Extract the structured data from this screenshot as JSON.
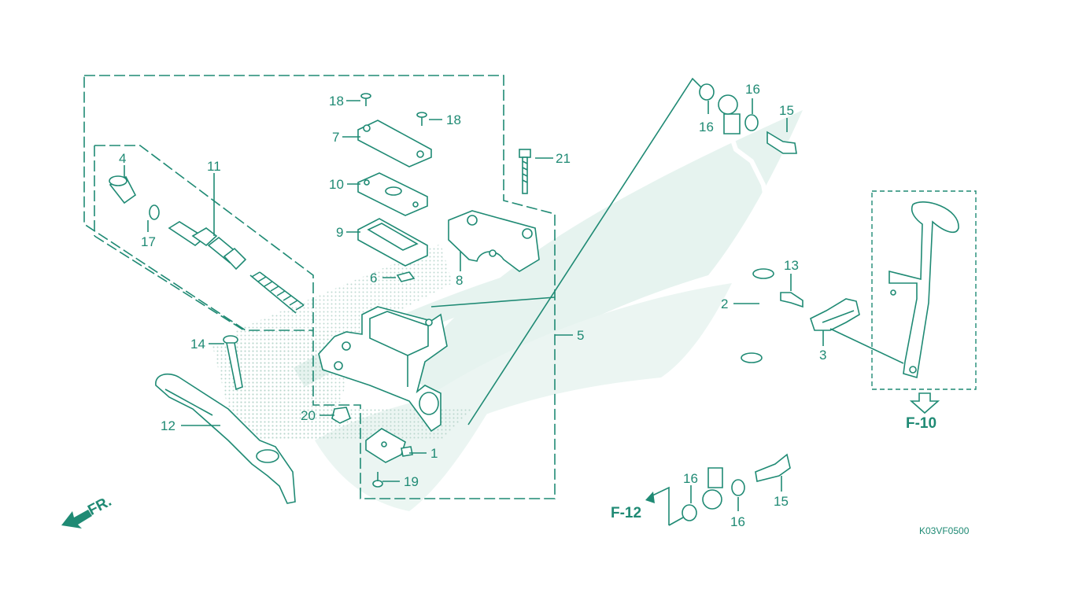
{
  "diagram_code": "K03VF0500",
  "fr_label": "FR.",
  "refs": {
    "f10": "F-10",
    "f12": "F-12"
  },
  "callouts": {
    "c1": "1",
    "c2": "2",
    "c3": "3",
    "c4": "4",
    "c5": "5",
    "c6": "6",
    "c7": "7",
    "c8": "8",
    "c9": "9",
    "c10": "10",
    "c11": "11",
    "c12": "12",
    "c13": "13",
    "c14": "14",
    "c15a": "15",
    "c15b": "15",
    "c16a": "16",
    "c16b": "16",
    "c16c": "16",
    "c16d": "16",
    "c17": "17",
    "c18a": "18",
    "c18b": "18",
    "c19": "19",
    "c20": "20",
    "c21": "21"
  },
  "colors": {
    "line": "#1f8a74",
    "watermark": "#e4f2ee",
    "dots": "#bcd9d1"
  }
}
